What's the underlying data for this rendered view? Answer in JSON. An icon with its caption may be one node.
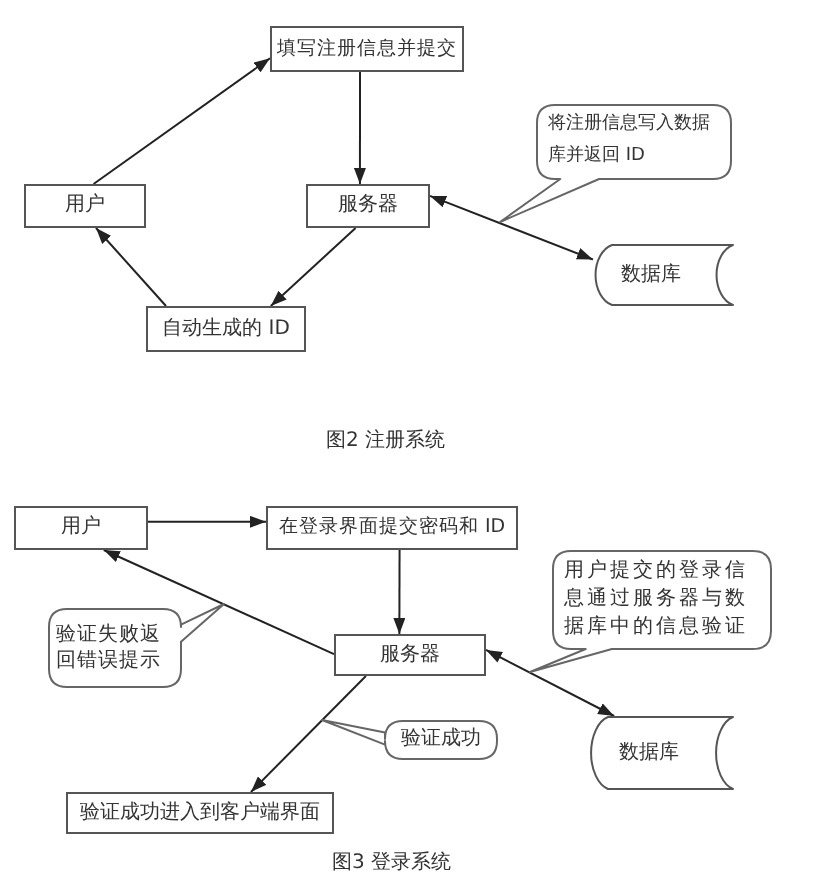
{
  "diagram": {
    "nodes": [
      {
        "text": [
          "填写注册信息并提交"
        ]
      },
      {
        "text": [
          "将注册信息写入数据库并返回 ID"
        ]
      },
      {
        "text": [
          "用户"
        ]
      },
      {
        "text": [
          "服务器"
        ]
      },
      {
        "text": [
          "数据库"
        ]
      },
      {
        "text": [
          "自动生成的 ID"
        ]
      },
      {
        "text": [
          "用户"
        ]
      },
      {
        "text": [
          "在登录界面提交密码和 ID"
        ]
      },
      {
        "text": [
          "用户提交的登录信息通过服务器与数据库中的信息验证"
        ]
      },
      {
        "text": [
          "验证失败返回错误提示"
        ]
      },
      {
        "text": [
          "服务器"
        ]
      },
      {
        "text": [
          "验证成功"
        ]
      },
      {
        "text": [
          "数据库"
        ]
      },
      {
        "text": [
          "验证成功进入到客户端界面"
        ]
      }
    ],
    "edges": [
      {
        "from": 2,
        "to": 0,
        "arrow": "to"
      },
      {
        "from": 0,
        "to": 3,
        "arrow": "to"
      },
      {
        "from": 3,
        "to": 4,
        "arrow": "both"
      },
      {
        "from": 3,
        "to": 5,
        "arrow": "to"
      },
      {
        "from": 5,
        "to": 2,
        "arrow": "to"
      },
      {
        "from": 6,
        "to": 7,
        "arrow": "to"
      },
      {
        "from": 7,
        "to": 10,
        "arrow": "to"
      },
      {
        "from": 10,
        "to": 6,
        "arrow": "to"
      },
      {
        "from": 10,
        "to": 12,
        "arrow": "both"
      },
      {
        "from": 10,
        "to": 13,
        "arrow": "to"
      }
    ],
    "labels": [
      "图2 注册系统",
      "图3 登录系统"
    ]
  }
}
